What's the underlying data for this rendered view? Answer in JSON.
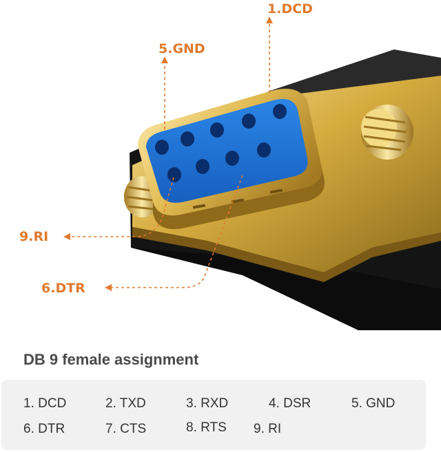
{
  "callouts": {
    "dcd": "1.DCD",
    "gnd": "5.GND",
    "ri": "9.RI",
    "dtr": "6.DTR"
  },
  "title": "DB 9 female assignment",
  "pins": [
    "1. DCD",
    "2. TXD",
    "3. RXD",
    "4. DSR",
    "5. GND",
    "6. DTR",
    "7. CTS",
    "8. RTS",
    "9. RI"
  ],
  "colors": {
    "accent": "#e07a2e",
    "gold": "#d9b24a",
    "blue_insert": "#1e6fd0",
    "housing": "#1b1b1b"
  }
}
